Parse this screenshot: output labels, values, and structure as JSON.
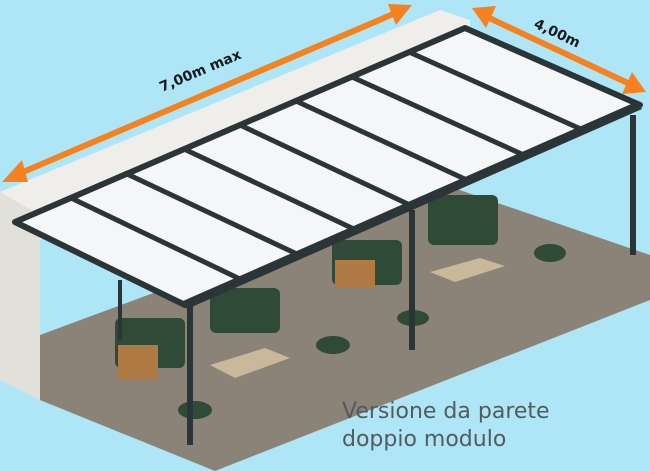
{
  "dimensions": {
    "length_label": "7,00m max",
    "depth_label": "4,00m"
  },
  "caption": {
    "line1": "Versione da parete",
    "line2": "doppio modulo"
  },
  "colors": {
    "background": "#aee6f7",
    "arrow": "#f5821f",
    "frame": "#2b3436",
    "panel": "#f4f6f7",
    "floor": "#8c8378",
    "wall": "#efeeea"
  },
  "panel_count": 8
}
